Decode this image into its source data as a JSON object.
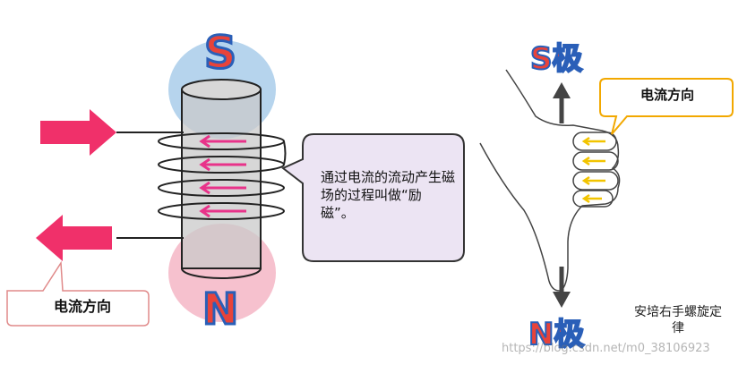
{
  "left_diagram": {
    "pole_top": "S",
    "pole_bottom": "N",
    "bubble_text": "通过电流的流动产生磁场的过程叫做“励磁”。",
    "current_label": "电流方向"
  },
  "right_diagram": {
    "pole_top": "S极",
    "pole_bottom": "N极",
    "current_label": "电流方向",
    "rule_text": "安培右手螺旋定律"
  },
  "watermark": "https://blog.csdn.net/m0_38106923",
  "colors": {
    "pole_red": "#e8433a",
    "pole_blue": "#2a5fb8",
    "arrow_pink": "#f0306a",
    "halo_blue": "#a9cdea",
    "halo_pink": "#f4b6c6",
    "bubble_fill": "#ece4f3",
    "finger_arrow": "#f2c400",
    "coil_arrow": "#e8338a"
  }
}
